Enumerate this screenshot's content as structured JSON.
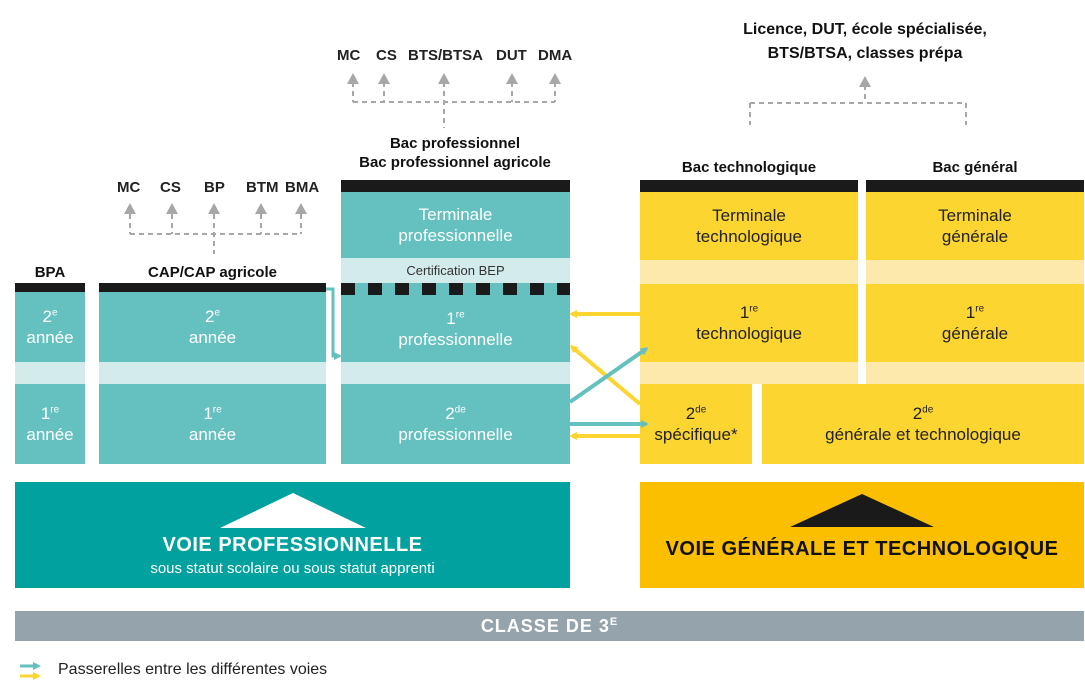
{
  "top_center": {
    "outcomes": [
      "MC",
      "CS",
      "BTS/BTSA",
      "DUT",
      "DMA"
    ],
    "bac_title_line1": "Bac professionnel",
    "bac_title_line2": "Bac professionnel agricole"
  },
  "top_right": {
    "outcomes_line1": "Licence, DUT, école spécialisée,",
    "outcomes_line2": "BTS/BTSA, classes prépa"
  },
  "cap_outcomes": [
    "MC",
    "CS",
    "BP",
    "BTM",
    "BMA"
  ],
  "columns": {
    "bpa": {
      "title": "BPA",
      "year2_num": "2",
      "year2_sup": "e",
      "year2_word": "année",
      "year1_num": "1",
      "year1_sup": "re",
      "year1_word": "année"
    },
    "cap": {
      "title": "CAP/CAP agricole",
      "year2_num": "2",
      "year2_sup": "e",
      "year2_word": "année",
      "year1_num": "1",
      "year1_sup": "re",
      "year1_word": "année"
    },
    "pro": {
      "terminale_line1": "Terminale",
      "terminale_line2": "professionnelle",
      "certification": "Certification BEP",
      "premiere_num": "1",
      "premiere_sup": "re",
      "premiere_word": "professionnelle",
      "seconde_num": "2",
      "seconde_sup": "de",
      "seconde_word": "professionnelle"
    },
    "techno": {
      "title": "Bac technologique",
      "terminale_line1": "Terminale",
      "terminale_line2": "technologique",
      "premiere_num": "1",
      "premiere_sup": "re",
      "premiere_word": "technologique"
    },
    "general": {
      "title": "Bac général",
      "terminale_line1": "Terminale",
      "terminale_line2": "générale",
      "premiere_num": "1",
      "premiere_sup": "re",
      "premiere_word": "générale"
    },
    "seconde_specifique": {
      "num": "2",
      "sup": "de",
      "word": "spécifique*"
    },
    "seconde_gt": {
      "num": "2",
      "sup": "de",
      "word": "générale et technologique"
    }
  },
  "voie_pro": {
    "title": "VOIE PROFESSIONNELLE",
    "subtitle": "sous statut scolaire ou sous statut apprenti"
  },
  "voie_gt": {
    "title": "VOIE GÉNÉRALE ET TECHNOLOGIQUE"
  },
  "classe": {
    "text": "CLASSE DE 3",
    "sup": "E"
  },
  "legend": {
    "text": "Passerelles entre les différentes voies"
  },
  "colors": {
    "teal": "#64c1bf",
    "teal_dark": "#00a19f",
    "teal_light": "#d3ebea",
    "yellow": "#fcd531",
    "yellow_dark": "#fbbf00",
    "yellow_light": "#fde9ac",
    "grey": "#95a3ad",
    "arrow_grey": "#a7a7a7",
    "black": "#1a1a1a"
  }
}
